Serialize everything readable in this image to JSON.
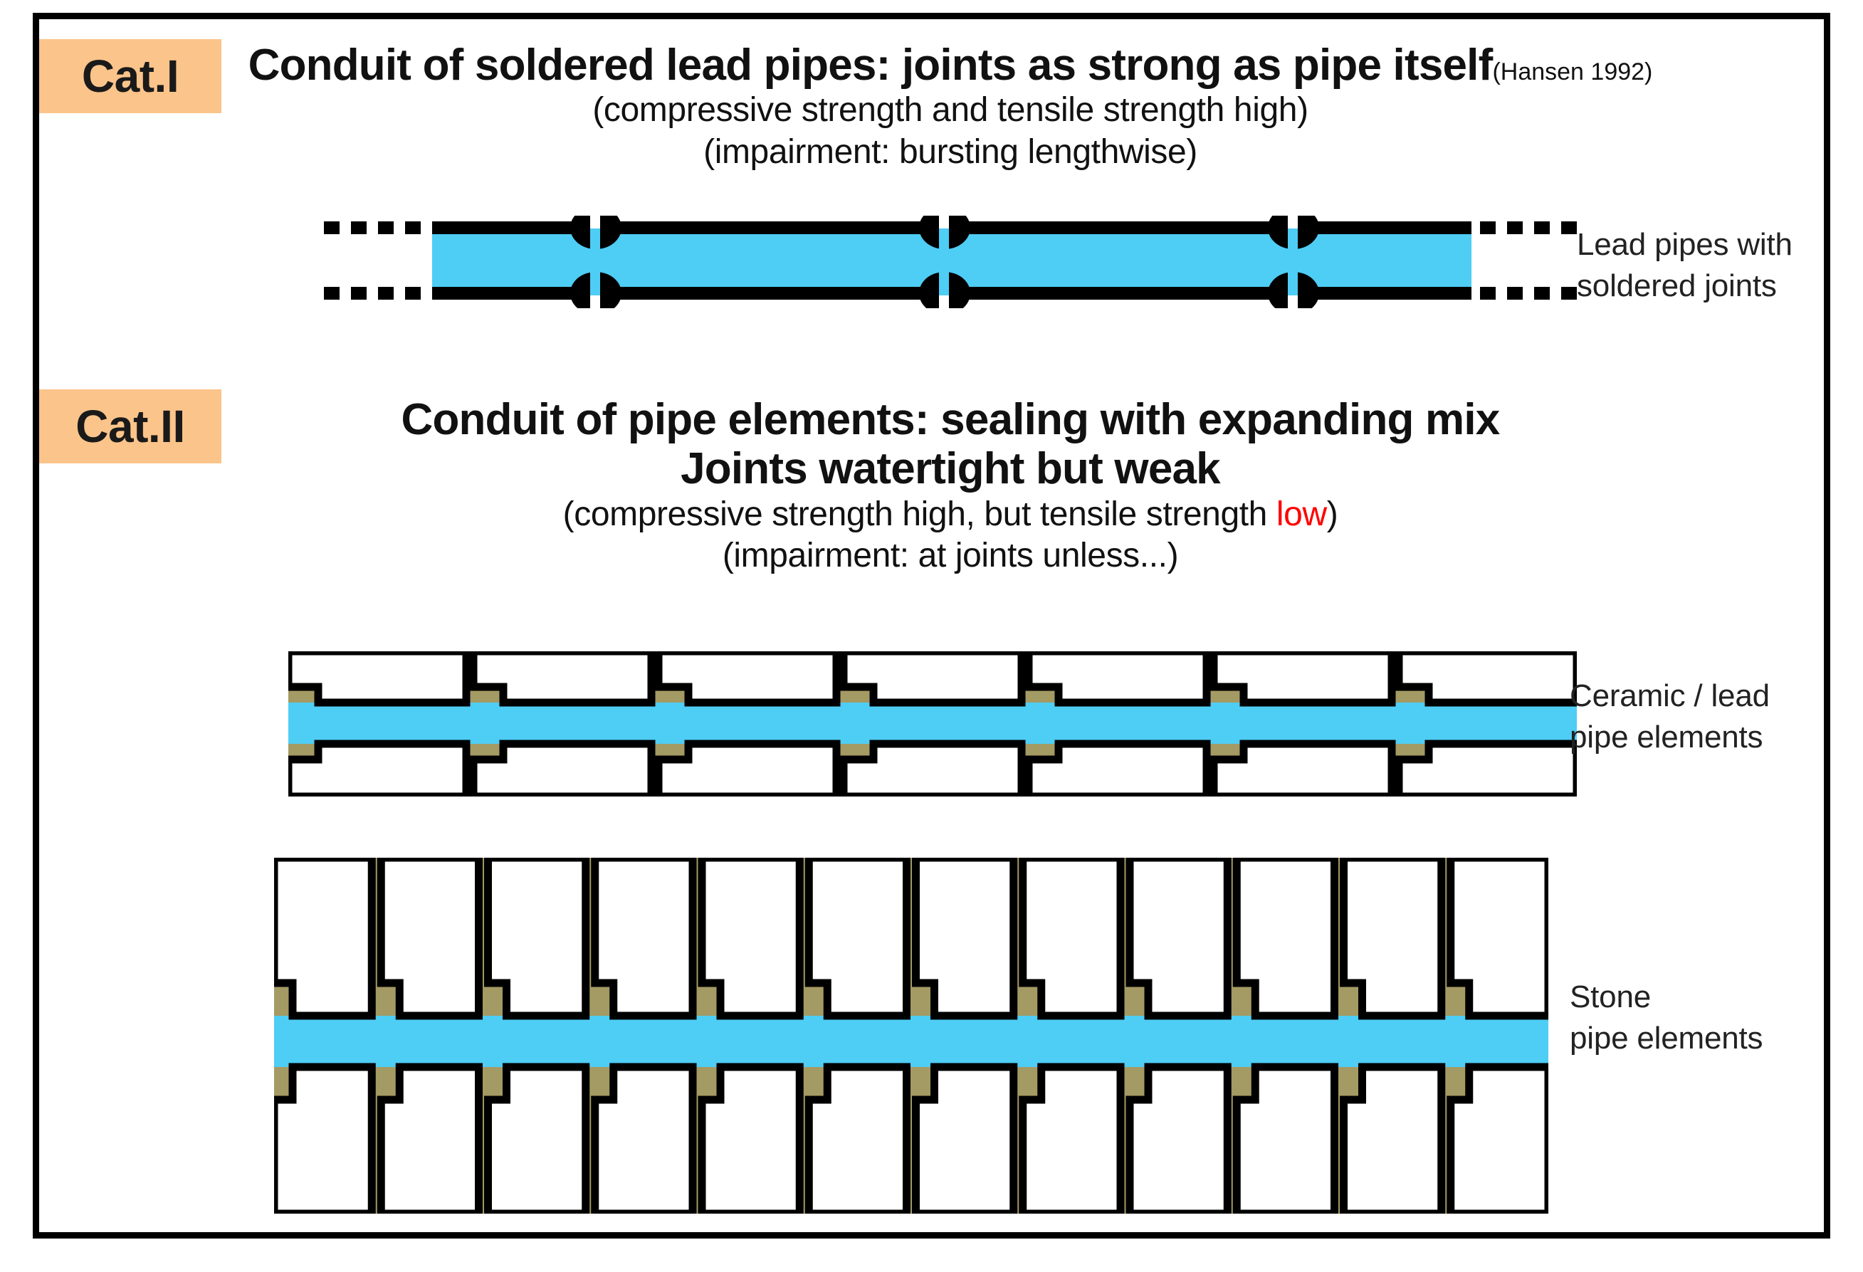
{
  "figure": {
    "frame_border_color": "#000000",
    "background": "#ffffff"
  },
  "palette": {
    "badge_orange": "#fbc48a",
    "water_cyan": "#4ecdf5",
    "mortar_olive": "#a49a63",
    "element_fill": "#ffffff",
    "outline_black": "#000000",
    "accent_red": "#ff0000",
    "text_dark": "#111111"
  },
  "categories": [
    {
      "badge": "Cat.I",
      "title": "Conduit of soldered lead pipes: joints as strong as pipe itself",
      "citation": "(Hansen 1992)",
      "sub_lines": [
        "(compressive strength and tensile strength high)",
        "(impairment: bursting lengthwise)"
      ],
      "diagrams": [
        {
          "id": "lead-pipe",
          "label_lines": [
            "Lead pipes with",
            "soldered joints"
          ],
          "element_count": 4,
          "joint_count": 3,
          "joint_style": "soldered-ellipse",
          "continues_left": true,
          "continues_right": true
        }
      ]
    },
    {
      "badge": "Cat.II",
      "title_line_1": "Conduit of pipe elements: sealing with expanding mix",
      "title_line_2": "Joints watertight but weak",
      "sub_line_1_prefix": "(compressive strength high, but tensile strength ",
      "sub_line_1_accent": "low",
      "sub_line_1_suffix": ")",
      "sub_line_2": "(impairment: at joints unless...)",
      "diagrams": [
        {
          "id": "ceramic-pipe",
          "label_lines": [
            "Ceramic / lead",
            "pipe elements"
          ],
          "element_count": 7,
          "joint_style": "stepped-socket-with-mortar"
        },
        {
          "id": "stone-pipe",
          "label_lines": [
            "Stone",
            "pipe elements"
          ],
          "element_count": 12,
          "joint_style": "vertical-mortar-bed"
        }
      ]
    }
  ]
}
